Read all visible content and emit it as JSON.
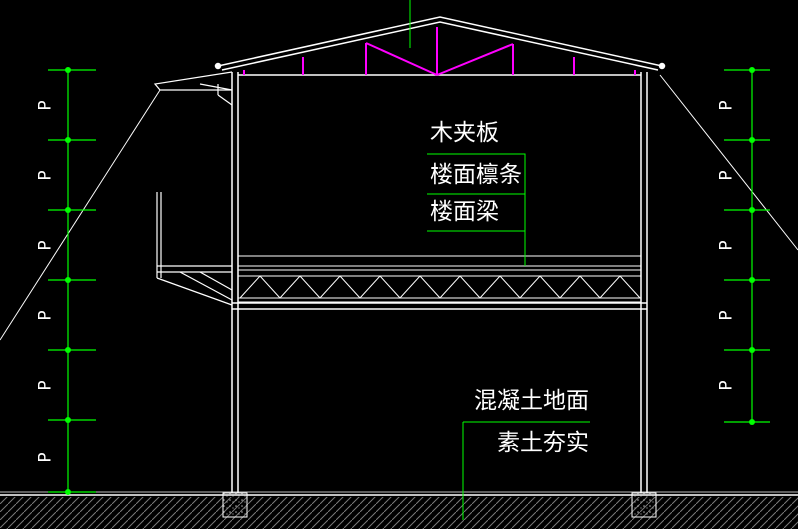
{
  "labels": {
    "wood_panel": "木夹板",
    "floor_purlin": "楼面檩条",
    "floor_beam": "楼面梁",
    "concrete_floor": "混凝土地面",
    "compacted_soil": "素土夯实"
  },
  "dimensions": {
    "left": [
      "P",
      "P",
      "P",
      "P",
      "P",
      "P"
    ],
    "right": [
      "P",
      "P",
      "P",
      "P",
      "P"
    ]
  },
  "colors": {
    "background": "#000000",
    "structure": "#ffffff",
    "dimension": "#00ff00",
    "roof_truss": "#ff00ff",
    "ground_hatch": "#808080"
  }
}
